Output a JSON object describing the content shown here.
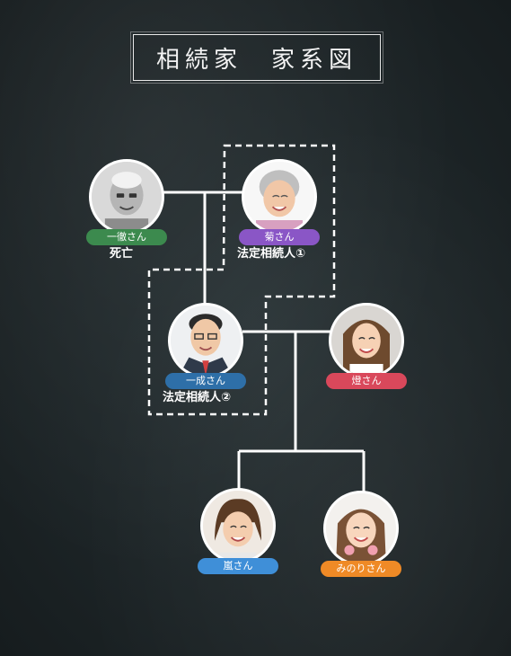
{
  "title": "相続家　家系図",
  "colors": {
    "background": "#1c2325",
    "line": "#ffffff",
    "tag_green": "#3c8a4e",
    "tag_purple": "#8a56c6",
    "tag_blue": "#2e6fa8",
    "tag_red": "#d9485b",
    "tag_lightblue": "#3f8fd8",
    "tag_orange": "#ef8a26"
  },
  "people": [
    {
      "id": "issei",
      "name": "一徹さん",
      "note": "死亡",
      "icon": "elderly-man-photo"
    },
    {
      "id": "kiku",
      "name": "菊さん",
      "note": "法定相続人①",
      "icon": "elderly-woman-photo"
    },
    {
      "id": "kazunari",
      "name": "一成さん",
      "note": "法定相続人②",
      "icon": "man-in-suit-photo"
    },
    {
      "id": "akari",
      "name": "燈さん",
      "note": "",
      "icon": "young-woman-photo"
    },
    {
      "id": "ran",
      "name": "嵐さん",
      "note": "",
      "icon": "young-man-photo"
    },
    {
      "id": "minori",
      "name": "みのりさん",
      "note": "",
      "icon": "girl-photo"
    }
  ]
}
